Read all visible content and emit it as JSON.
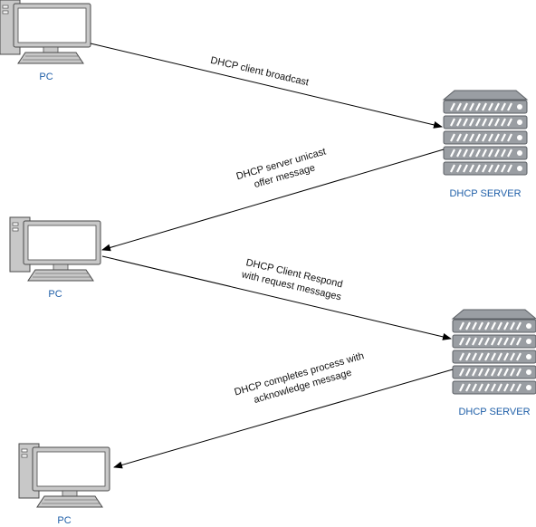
{
  "nodes": {
    "pc1": {
      "label": "PC"
    },
    "server1": {
      "label": "DHCP SERVER"
    },
    "pc2": {
      "label": "PC"
    },
    "server2": {
      "label": "DHCP SERVER"
    },
    "pc3": {
      "label": "PC"
    }
  },
  "messages": [
    {
      "lines": [
        "DHCP client broadcast"
      ]
    },
    {
      "lines": [
        "DHCP server unicast",
        "offer message"
      ]
    },
    {
      "lines": [
        "DHCP Client Respond",
        "with request messages"
      ]
    },
    {
      "lines": [
        "DHCP completes process with",
        "acknowledge message"
      ]
    }
  ],
  "colors": {
    "icon_fill": "#ffffff",
    "icon_stroke": "#4a4a4a",
    "pc_body": "#c8c8c8",
    "server_fill": "#9a9ea3",
    "label_color": "#1f5fa8",
    "arrow_color": "#000000"
  }
}
